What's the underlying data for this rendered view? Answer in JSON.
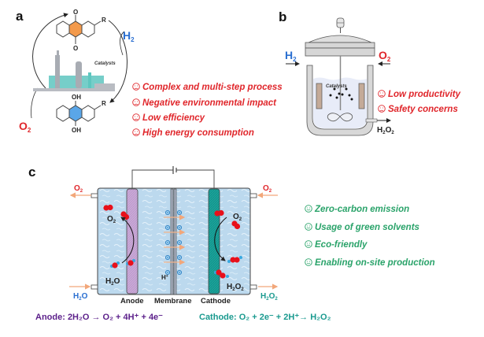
{
  "panels": {
    "a": {
      "label": "a",
      "catalyst_label": "Catalysts",
      "reagent_h2": {
        "main": "H",
        "sub": "2"
      },
      "reagent_o2": {
        "main": "O",
        "sub": "2"
      },
      "substituent": "R",
      "quinone_oxygen": "O",
      "hydroquinone_group": "OH",
      "drawbacks": [
        "Complex and multi-step process",
        "Negative environmental impact",
        "Low efficiency",
        "High energy consumption"
      ],
      "drawback_icon": "sad-face-icon",
      "colors": {
        "quinone_ring": "#f39a4c",
        "hydroquinone_ring": "#5aa6e8",
        "plant_teal": "#5ec6bf",
        "plant_gray": "#a8acb3"
      }
    },
    "b": {
      "label": "b",
      "catalyst_label": "Catalysts",
      "inlet_h2": {
        "main": "H",
        "sub": "2"
      },
      "inlet_o2": {
        "main": "O",
        "sub": "2"
      },
      "outlet": {
        "p1": "H",
        "s1": "2",
        "p2": "O",
        "s2": "2"
      },
      "drawbacks": [
        "Low productivity",
        "Safety concerns"
      ],
      "drawback_icon": "sad-face-icon"
    },
    "c": {
      "label": "c",
      "electrode_labels": {
        "anode": "Anode",
        "membrane": "Membrane",
        "cathode": "Cathode"
      },
      "proton_label": {
        "main": "H",
        "sup": "+"
      },
      "anode_side": {
        "out_gas": {
          "main": "O",
          "sub": "2"
        },
        "in_liquid": {
          "main": "H",
          "sub": "2",
          "tail": "O"
        },
        "product_label": {
          "main": "O",
          "sub": "2"
        },
        "reactant_label": {
          "main": "H",
          "sub": "2",
          "tail": "O"
        }
      },
      "cathode_side": {
        "in_gas": {
          "main": "O",
          "sub": "2"
        },
        "out_liquid": {
          "p1": "H",
          "s1": "2",
          "p2": "O",
          "s2": "2"
        },
        "reactant_label": {
          "main": "O",
          "sub": "2"
        },
        "product_label": {
          "p1": "H",
          "s1": "2",
          "p2": "O",
          "s2": "2"
        }
      },
      "benefits": [
        "Zero-carbon emission",
        "Usage of green solvents",
        "Eco-friendly",
        "Enabling on-site production"
      ],
      "benefit_icon": "smiley-face-icon",
      "equations": {
        "anode": "Anode: 2H₂O → O₂ + 4H⁺ + 4e⁻",
        "cathode": "Cathode: O₂ + 2e⁻ + 2H⁺→ H₂O₂"
      },
      "colors": {
        "electrolyte": "#bcd9ee",
        "anode": "#c9a9d6",
        "cathode": "#1aa39a",
        "oxygen_atom": "#e8101a",
        "hydrogen_atom": "#38a8e0",
        "proton": "#2b7fc4",
        "flow_arrow": "#f2b48a"
      }
    }
  }
}
